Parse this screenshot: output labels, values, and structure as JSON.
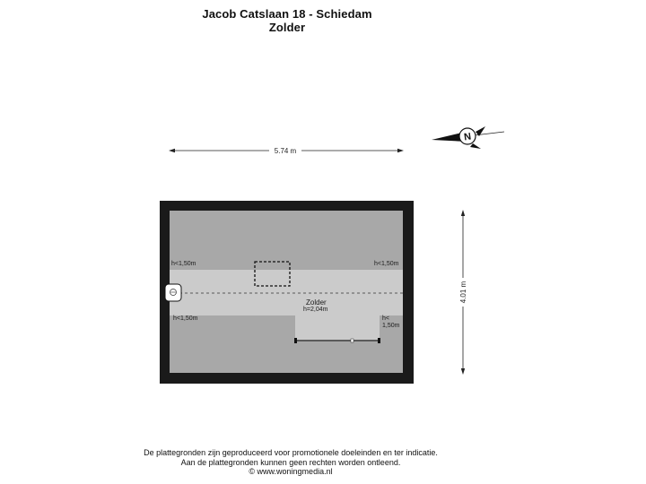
{
  "header": {
    "address": "Jacob Catslaan 18 - Schiedam",
    "floor": "Zolder"
  },
  "plan": {
    "width_dimension": "5.74 m",
    "depth_dimension": "4.01 m",
    "room": {
      "name": "Zolder",
      "height": "h=2,04m"
    },
    "height_notes": {
      "top_left": "h<1,50m",
      "top_right": "h<1,50m",
      "bottom_left": "h<1,50m",
      "bottom_right_line1": "h<",
      "bottom_right_line2": "1,50m"
    },
    "compass_letter": "N"
  },
  "colors": {
    "wall": "#1a1a1a",
    "floor_low": "#a8a8a8",
    "floor_high": "#cbcbcb"
  },
  "footer": {
    "line1": "De plattegronden zijn geproduceerd voor promotionele doeleinden en ter indicatie.",
    "line2": "Aan de plattegronden kunnen geen rechten worden ontleend.",
    "line3": "© www.woningmedia.nl"
  }
}
